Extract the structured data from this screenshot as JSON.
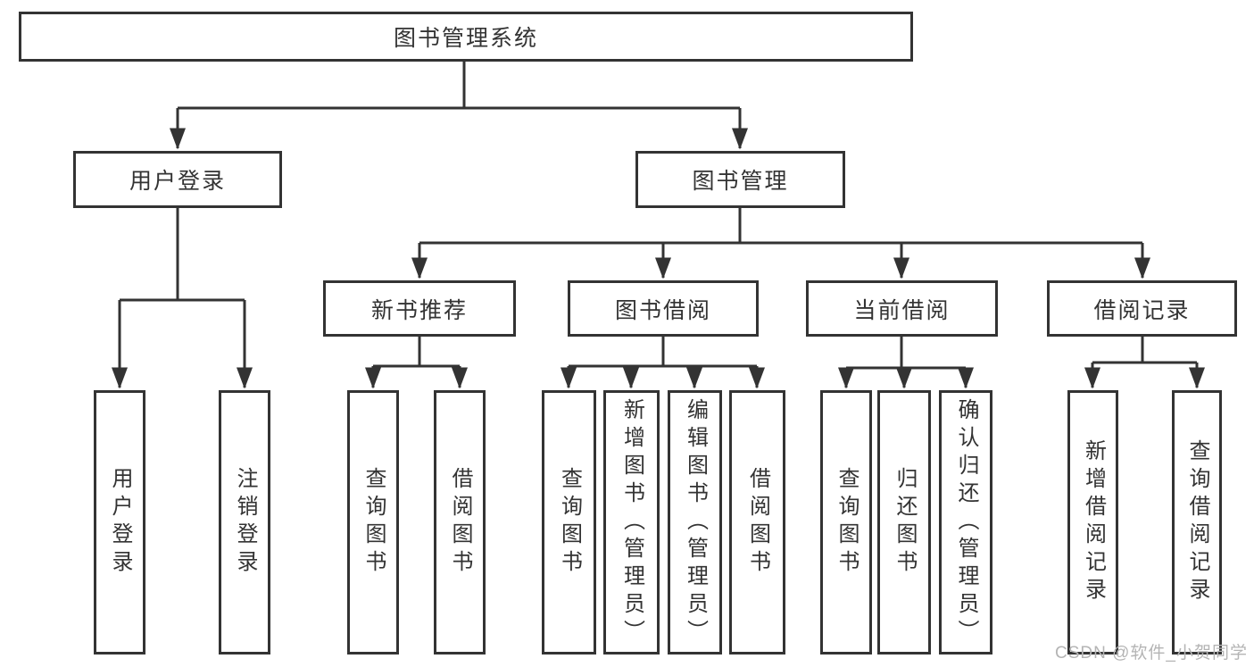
{
  "diagram_title": "图书管理系统",
  "tree": {
    "label": "图书管理系统",
    "children": [
      {
        "label": "用户登录",
        "children": [
          {
            "label": "用户登录"
          },
          {
            "label": "注销登录"
          }
        ]
      },
      {
        "label": "图书管理",
        "children": [
          {
            "label": "新书推荐",
            "children": [
              {
                "label": "查询图书"
              },
              {
                "label": "借阅图书"
              }
            ]
          },
          {
            "label": "图书借阅",
            "children": [
              {
                "label": "查询图书"
              },
              {
                "label": "新增图书（管理员）"
              },
              {
                "label": "编辑图书（管理员）"
              },
              {
                "label": "借阅图书"
              }
            ]
          },
          {
            "label": "当前借阅",
            "children": [
              {
                "label": "查询图书"
              },
              {
                "label": "归还图书"
              },
              {
                "label": "确认归还（管理员）"
              }
            ]
          },
          {
            "label": "借阅记录",
            "children": [
              {
                "label": "新增借阅记录"
              },
              {
                "label": "查询借阅记录"
              }
            ]
          }
        ]
      }
    ]
  },
  "watermark": "CSDN @软件_小贺同学",
  "colors": {
    "line": "#333333",
    "text": "#333333",
    "background": "#ffffff",
    "watermark": "#b4b4b4"
  }
}
